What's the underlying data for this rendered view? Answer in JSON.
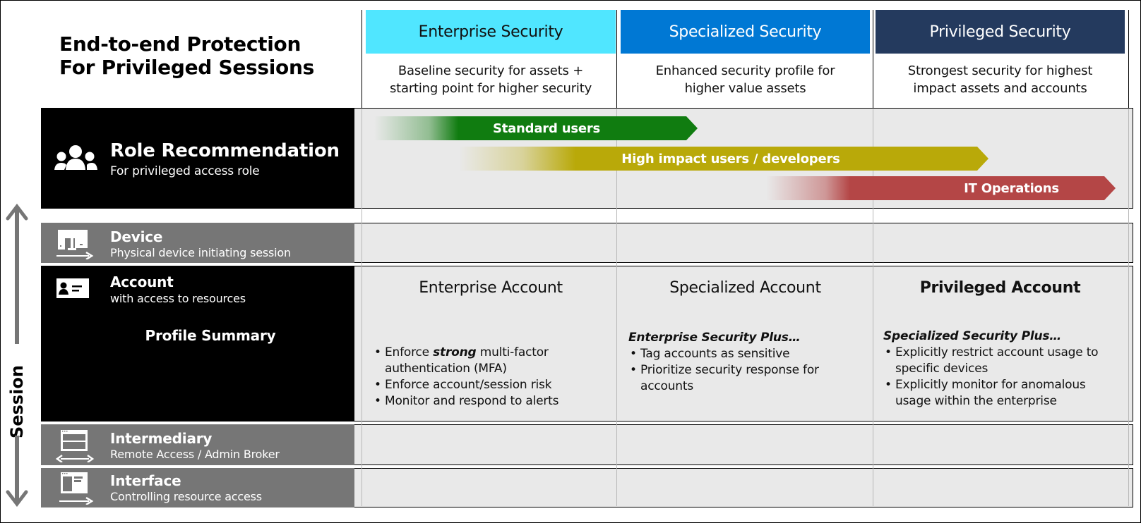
{
  "title": {
    "line1": "End-to-end Protection",
    "line2": "For Privileged Sessions"
  },
  "columns": [
    {
      "label": "Enterprise Security",
      "bg": "#50e6ff",
      "fg": "#111111",
      "desc_line1": "Baseline security for assets +",
      "desc_line2": "starting point for higher security"
    },
    {
      "label": "Specialized Security",
      "bg": "#0078d4",
      "fg": "#ffffff",
      "desc_line1": "Enhanced security profile for",
      "desc_line2": "higher value assets"
    },
    {
      "label": "Privileged Security",
      "bg": "#243a5e",
      "fg": "#ffffff",
      "desc_line1": "Strongest security for highest",
      "desc_line2": "impact assets and accounts"
    }
  ],
  "rows": {
    "role": {
      "title": "Role Recommendation",
      "subtitle": "For privileged access role",
      "icon": "people-group-icon"
    },
    "device": {
      "title": "Device",
      "subtitle": "Physical device initiating session",
      "icon": "devices-icon"
    },
    "account": {
      "title": "Account",
      "subtitle": "with access to resources",
      "extra": "Profile Summary",
      "icon": "contact-card-icon"
    },
    "intermediary": {
      "title": "Intermediary",
      "subtitle": "Remote Access / Admin Broker",
      "icon": "window-split-icon"
    },
    "interface": {
      "title": "Interface",
      "subtitle": "Controlling resource access",
      "icon": "window-panel-icon"
    }
  },
  "role_bars": [
    {
      "label": "Standard users",
      "color": "#107c10"
    },
    {
      "label": "High impact users / developers",
      "color": "#b9a909"
    },
    {
      "label": "IT Operations",
      "color": "#b44646"
    }
  ],
  "accounts": [
    {
      "title": "Enterprise Account",
      "lead": "",
      "bullets_rich": [
        {
          "pre": "Enforce ",
          "em": "strong",
          "post": " multi-factor authentication (MFA)"
        }
      ],
      "bullets": [
        "Enforce account/session risk",
        "Monitor and respond to alerts"
      ]
    },
    {
      "title": "Specialized Account",
      "lead": "Enterprise Security Plus…",
      "bullets": [
        "Tag accounts as sensitive",
        "Prioritize security response for accounts"
      ]
    },
    {
      "title": "Privileged Account",
      "lead": "Specialized Security Plus…",
      "bullets": [
        "Explicitly restrict account usage to specific devices",
        "Explicitly monitor for anomalous usage within the enterprise"
      ]
    }
  ],
  "session_label": "Session",
  "colors": {
    "label_black": "#000000",
    "label_grey": "#767676",
    "cell_bg": "#e9e9e9",
    "arrow_grey": "#767676"
  }
}
